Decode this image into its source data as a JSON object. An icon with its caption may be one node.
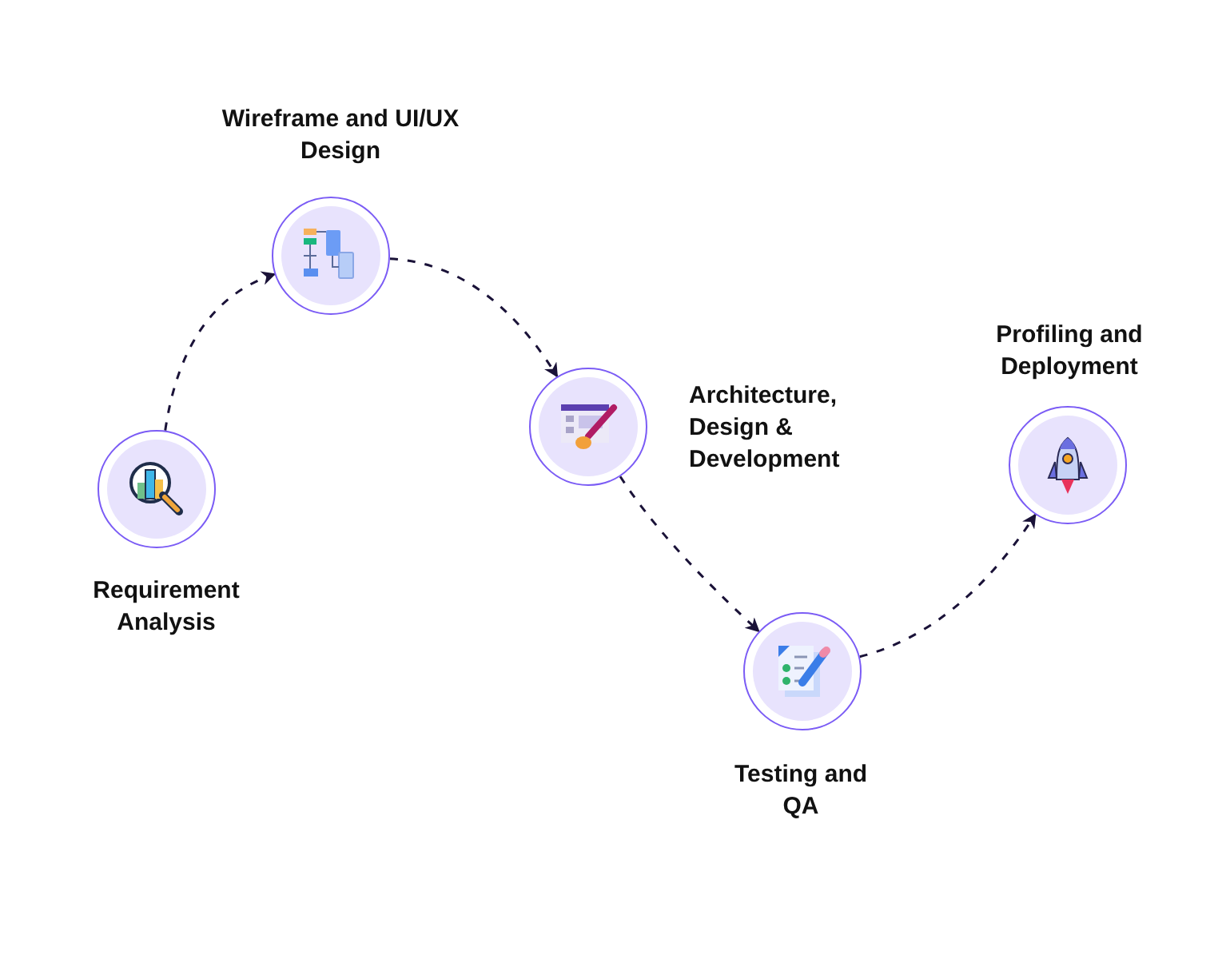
{
  "diagram": {
    "nodes": [
      {
        "text": [
          "Requirement Analysis"
        ]
      },
      {
        "text": [
          "Wireframe and UI/UX Design"
        ]
      },
      {
        "text": [
          "Architecture, Design & Development"
        ]
      },
      {
        "text": [
          "Testing and QA"
        ]
      },
      {
        "text": [
          "Profiling and Deployment"
        ]
      }
    ],
    "edges": [
      {
        "from": 0,
        "to": 1,
        "arrow": "to",
        "style": "dashed"
      },
      {
        "from": 1,
        "to": 2,
        "arrow": "to",
        "style": "dashed"
      },
      {
        "from": 2,
        "to": 3,
        "arrow": "to",
        "style": "dashed"
      },
      {
        "from": 3,
        "to": 4,
        "arrow": "to",
        "style": "dashed"
      }
    ]
  }
}
